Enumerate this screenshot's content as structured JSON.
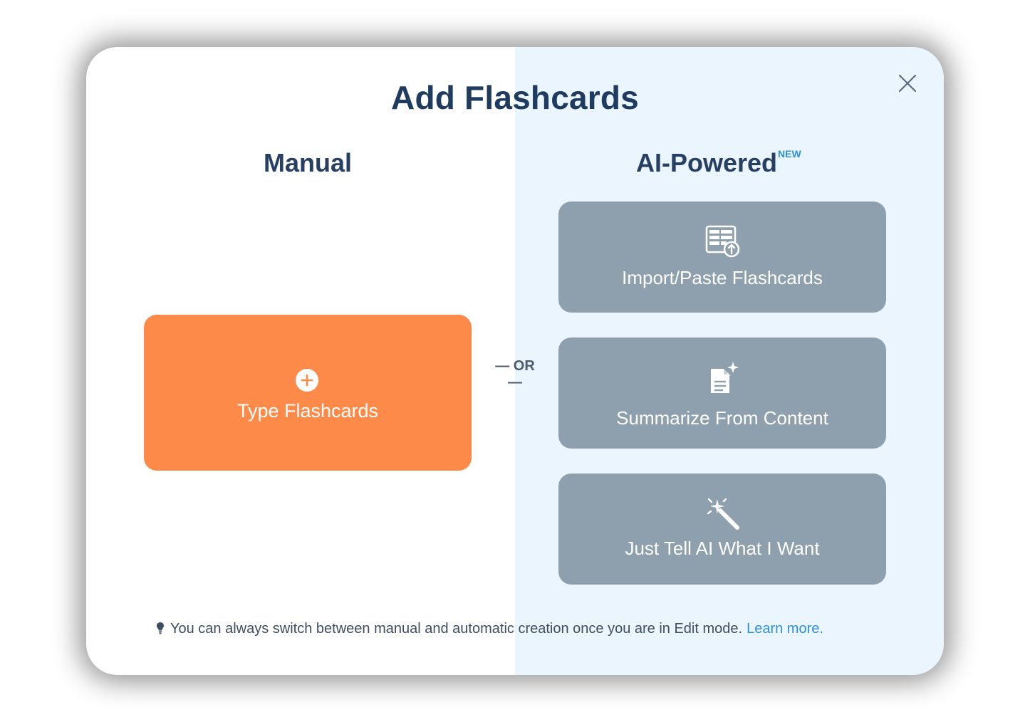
{
  "dialog": {
    "title": "Add Flashcards",
    "close_icon": "close-icon"
  },
  "manual": {
    "heading": "Manual",
    "type_card": {
      "label": "Type Flashcards",
      "icon": "plus-circle-icon",
      "color": "#fd8a48"
    }
  },
  "separator": {
    "label": "— OR —"
  },
  "ai": {
    "heading": "AI-Powered",
    "badge": "NEW",
    "cards": [
      {
        "label": "Import/Paste Flashcards",
        "icon": "import-table-icon"
      },
      {
        "label": "Summarize From Content",
        "icon": "document-sparkle-icon"
      },
      {
        "label": "Just Tell AI What I Want",
        "icon": "magic-wand-icon"
      }
    ],
    "card_color": "#8e9fae",
    "panel_color": "#eaf5fe"
  },
  "footer": {
    "text": "You can always switch between manual and automatic creation once you are in Edit mode.",
    "link": "Learn more.",
    "icon": "lightbulb-icon",
    "link_color": "#2f8fd8"
  }
}
